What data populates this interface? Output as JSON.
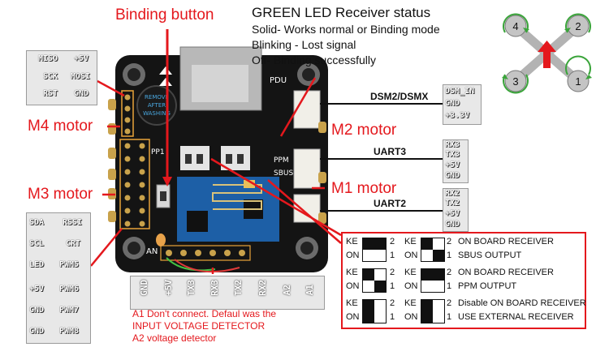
{
  "labels": {
    "binding_button": "Binding button",
    "m4": "M4 motor",
    "m3": "M3 motor",
    "m2": "M2 motor",
    "m1": "M1 motor"
  },
  "status": {
    "title": "GREEN  LED Receiver status",
    "line1": "Solid- Works normal or Binding mode",
    "line2": "Blinking - Lost signal",
    "line3": "Off- Binding successfully"
  },
  "left_pins": {
    "top": [
      [
        "MISO",
        "+5V"
      ],
      [
        "SCK",
        "MOSI"
      ],
      [
        "RST",
        "GND"
      ]
    ],
    "bottom": [
      [
        "SDA",
        "RSSI"
      ],
      [
        "SCL",
        "CRT"
      ],
      [
        "LED",
        "PWM5"
      ],
      [
        "+5V",
        "PWM6"
      ],
      [
        "GND",
        "PWM7"
      ],
      [
        "GND",
        "PWM8"
      ]
    ]
  },
  "right_pins": {
    "dsm_label": "DSM2/DSMX",
    "dsm": [
      "DSM_IN",
      "GND",
      "+3.3V"
    ],
    "uart3_label": "UART3",
    "uart3": [
      "RX3",
      "TX3",
      "+5V",
      "GND"
    ],
    "uart2_label": "UART2",
    "uart2": [
      "RX2",
      "TX2",
      "+5V",
      "GND"
    ]
  },
  "bottom_pins": [
    "GND",
    "+5V",
    "TX3",
    "RX3",
    "TX2",
    "RX2",
    "A2",
    "A1"
  ],
  "bottom_note": {
    "line1": "A1 Don't connect. Defaul was the",
    "line2": "INPUT VOLTAGE DETECTOR",
    "line3": "A2 voltage  detector"
  },
  "switch_table": {
    "ke": "KE",
    "on": "ON",
    "n2": "2",
    "n1": "1",
    "rows": [
      {
        "line1": "ON BOARD RECEIVER",
        "line2": "SBUS OUTPUT"
      },
      {
        "line1": "ON BOARD RECEIVER",
        "line2": "PPM OUTPUT"
      },
      {
        "line1": "Disable ON BOARD RECEIVER",
        "line2": "USE EXTERNAL RECEIVER"
      }
    ]
  },
  "motors": [
    "4",
    "2",
    "3",
    "1"
  ],
  "board_marks": {
    "pdu": "PDU",
    "ppm": "PPM",
    "sbus": "SBUS",
    "ppi": "PP1",
    "an": "AN"
  }
}
